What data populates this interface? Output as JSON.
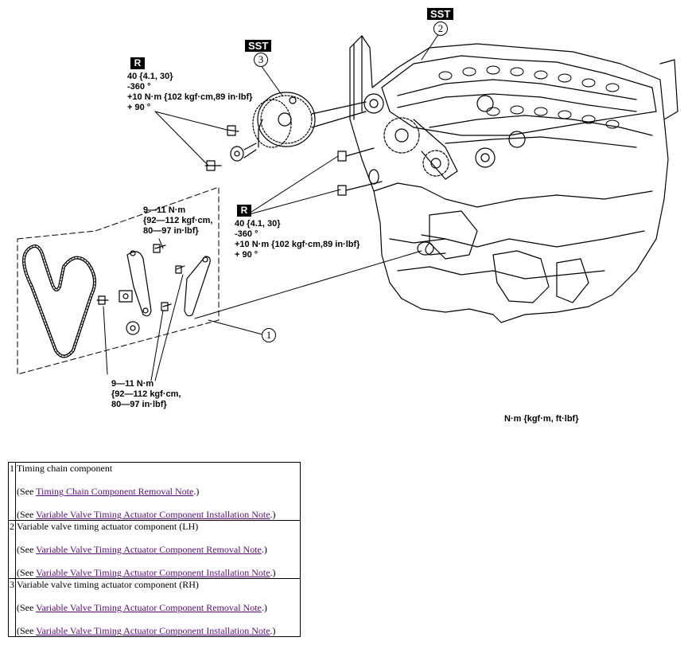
{
  "diagram": {
    "sst_label": "SST",
    "r_label": "R",
    "callouts": [
      "1",
      "2",
      "3"
    ],
    "torque_upper": [
      "40 {4.1, 30}",
      "-360 °",
      "+10 N·m {102 kgf·cm,89 in·lbf}",
      "+ 90 °"
    ],
    "torque_middle": [
      "40 {4.1, 30}",
      "-360 °",
      "+10 N·m {102 kgf·cm,89 in·lbf}",
      "+ 90 °"
    ],
    "torque_tensioner": [
      "9—11 N·m",
      "{92—112 kgf·cm,",
      "80—97 in·lbf}"
    ],
    "torque_guide": [
      "9—11 N·m",
      "{92—112 kgf·cm,",
      "80—97 in·lbf}"
    ],
    "units": "N·m {kgf·m, ft·lbf}"
  },
  "table": {
    "rows": [
      {
        "num": "1",
        "title": "Timing chain component",
        "notes": [
          {
            "prefix": "(See ",
            "link": "Timing Chain Component Removal Note",
            "suffix": ".)"
          },
          {
            "prefix": "(See ",
            "link": "Variable Valve Timing Actuator Component Installation Note",
            "suffix": ".)"
          }
        ]
      },
      {
        "num": "2",
        "title": "Variable valve timing actuator component (LH)",
        "notes": [
          {
            "prefix": "(See ",
            "link": "Variable Valve Timing Actuator Component Removal Note",
            "suffix": ".)"
          },
          {
            "prefix": "(See ",
            "link": "Variable Valve Timing Actuator Component Installation Note",
            "suffix": ".)"
          }
        ]
      },
      {
        "num": "3",
        "title": "Variable valve timing actuator component (RH)",
        "notes": [
          {
            "prefix": "(See ",
            "link": "Variable Valve Timing Actuator Component Removal Note",
            "suffix": ".)"
          },
          {
            "prefix": "(See ",
            "link": "Variable Valve Timing Actuator Component Installation Note",
            "suffix": ".)"
          }
        ]
      }
    ]
  }
}
